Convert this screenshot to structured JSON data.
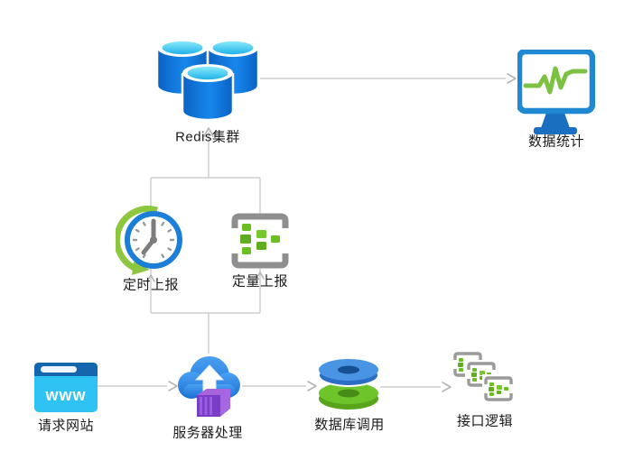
{
  "diagram": {
    "title": "reporting-architecture-flow",
    "nodes": {
      "redis_cluster": {
        "label": "Redis集群",
        "icon": "database-cluster-icon"
      },
      "data_stats": {
        "label": "数据统计",
        "icon": "monitor-chart-icon"
      },
      "timed_report": {
        "label": "定时上报",
        "icon": "clock-refresh-icon"
      },
      "quota_report": {
        "label": "定量上报",
        "icon": "bracket-blocks-icon"
      },
      "request_site": {
        "label": "请求网站",
        "icon": "browser-www-icon",
        "icon_text": "www"
      },
      "server_process": {
        "label": "服务器处理",
        "icon": "cloud-upload-box-icon"
      },
      "db_call": {
        "label": "数据库调用",
        "icon": "stacked-discs-icon"
      },
      "interface_logic": {
        "label": "接口逻辑",
        "icon": "triple-bracket-icon"
      }
    },
    "edges": [
      {
        "from": "request_site",
        "to": "server_process"
      },
      {
        "from": "server_process",
        "to": "db_call"
      },
      {
        "from": "db_call",
        "to": "interface_logic"
      },
      {
        "from": "server_process",
        "to": "timed_report"
      },
      {
        "from": "server_process",
        "to": "quota_report"
      },
      {
        "from": "timed_report",
        "to": "redis_cluster"
      },
      {
        "from": "quota_report",
        "to": "redis_cluster"
      },
      {
        "from": "redis_cluster",
        "to": "data_stats"
      }
    ],
    "colors": {
      "line": "#cdcdcd",
      "arrowhead": "#b5b5b5",
      "cylinder_blue": "#0e6fd2",
      "cylinder_top_cyan": "#3ed2f4",
      "monitor_blue": "#1e88d2",
      "chart_green": "#7cc142",
      "clock_ring_blue": "#1b7fd8",
      "swoosh_green": "#8dc63f",
      "bracket_gray": "#8f8f8f",
      "block_green": "#6abf23",
      "browser_cyan": "#2ec3f2",
      "browser_bar_blue": "#1467ad",
      "cloud_blue": "#2e8be6",
      "box_purple": "#8a4fd0",
      "disc_blue": "#3b82d8",
      "disc_green": "#6ec42b",
      "label_text": "#1b1b1b"
    }
  }
}
